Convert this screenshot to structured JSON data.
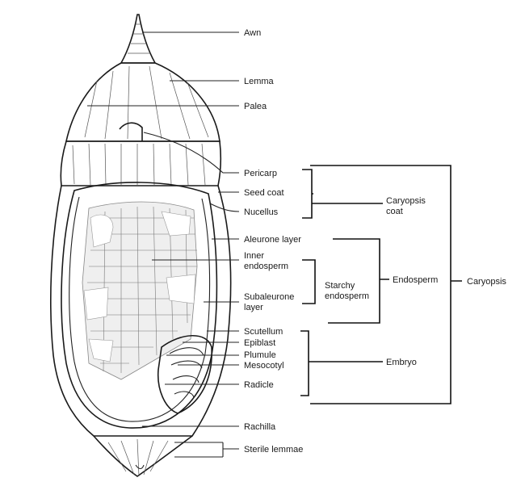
{
  "labels": {
    "awn": "Awn",
    "lemma": "Lemma",
    "palea": "Palea",
    "pericarp": "Pericarp",
    "seed_coat": "Seed coat",
    "nucellus": "Nucellus",
    "aleurone_layer": "Aleurone layer",
    "inner_endosperm_1": "Inner",
    "inner_endosperm_2": "endosperm",
    "subaleurone_1": "Subaleurone",
    "subaleurone_2": "layer",
    "scutellum": "Scutellum",
    "epiblast": "Epiblast",
    "plumule": "Plumule",
    "mesocotyl": "Mesocotyl",
    "radicle": "Radicle",
    "rachilla": "Rachilla",
    "sterile_lemmae": "Sterile lemmae",
    "starchy_1": "Starchy",
    "starchy_2": "endosperm",
    "caryopsis_coat_1": "Caryopsis",
    "caryopsis_coat_2": "coat",
    "endosperm": "Endosperm",
    "embryo": "Embryo",
    "caryopsis": "Caryopsis"
  }
}
